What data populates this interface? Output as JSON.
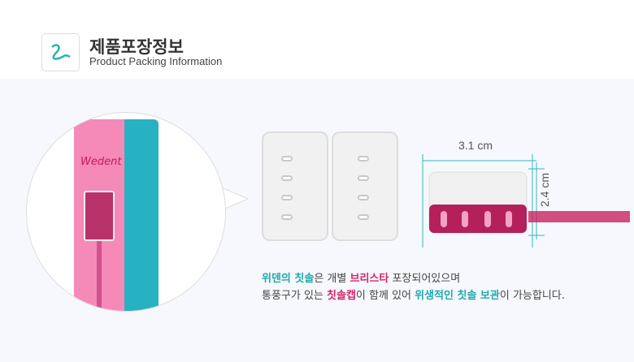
{
  "header": {
    "title": "제품포장정보",
    "subtitle": "Product Packing Information"
  },
  "product": {
    "brand": "Wedent"
  },
  "measurements": {
    "width": "3.1 cm",
    "height": "2.4 cm"
  },
  "description": {
    "line1": [
      {
        "text": "위덴의 칫솔",
        "style": "t"
      },
      {
        "text": "은 개별 ",
        "style": ""
      },
      {
        "text": "브리스타",
        "style": "p"
      },
      {
        "text": " 포장되어있으며",
        "style": ""
      }
    ],
    "line2": [
      {
        "text": "통풍구가 있는 ",
        "style": ""
      },
      {
        "text": "칫솔캡",
        "style": "p"
      },
      {
        "text": "이 함께 있어 ",
        "style": ""
      },
      {
        "text": "위생적인 칫솔 보관",
        "style": "t"
      },
      {
        "text": "이 가능합니다.",
        "style": ""
      }
    ]
  },
  "colors": {
    "teal": "#1fa9b0",
    "pink": "#d6246e"
  }
}
